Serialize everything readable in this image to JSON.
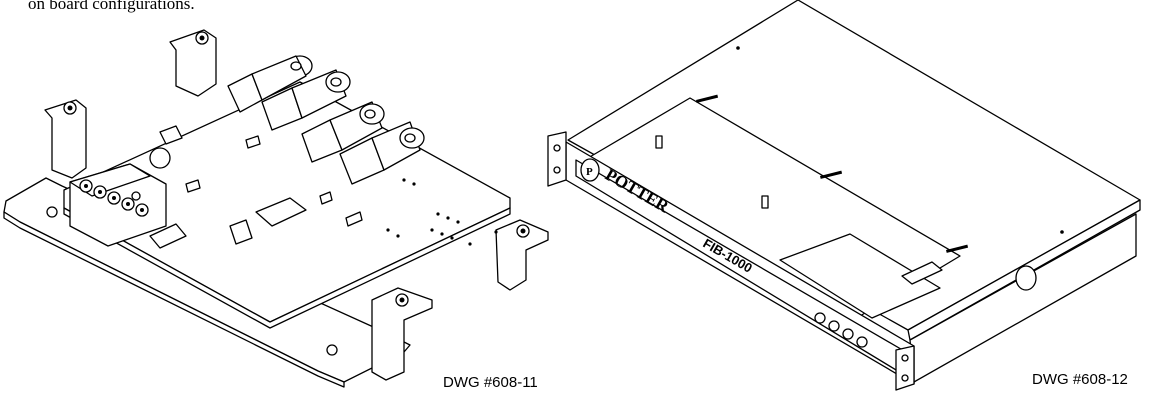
{
  "page": {
    "caption_fragment": "on board configurations."
  },
  "drawings": [
    {
      "label": "DWG #608-11"
    },
    {
      "label": "DWG #608-12"
    }
  ],
  "chassis": {
    "brand": "POTTER",
    "model": "FIB-1000"
  }
}
